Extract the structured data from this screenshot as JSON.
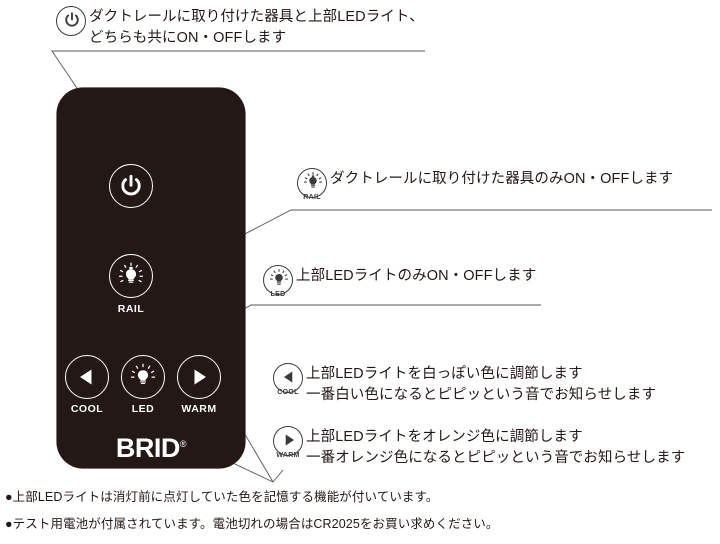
{
  "remote": {
    "brand": "BRID",
    "brand_mark": "®",
    "buttons": [
      {
        "id": "power",
        "icon": "power-icon",
        "label": ""
      },
      {
        "id": "rail",
        "icon": "bulb-rail-icon",
        "label": "RAIL"
      },
      {
        "id": "cool",
        "icon": "triangle-left-icon",
        "label": "COOL"
      },
      {
        "id": "led",
        "icon": "bulb-led-icon",
        "label": "LED"
      },
      {
        "id": "warm",
        "icon": "triangle-right-icon",
        "label": "WARM"
      }
    ]
  },
  "callouts": [
    {
      "id": "power",
      "icon": "power-icon",
      "sub": "",
      "text": "ダクトレールに取り付けた器具と上部LEDライト、\nどちらも共にON・OFFします"
    },
    {
      "id": "rail",
      "icon": "bulb-rail-icon",
      "sub": "RAIL",
      "text": "ダクトレールに取り付けた器具のみON・OFFします"
    },
    {
      "id": "led",
      "icon": "bulb-led-icon",
      "sub": "LED",
      "text": "上部LEDライトのみON・OFFします"
    },
    {
      "id": "cool",
      "icon": "triangle-left-icon",
      "sub": "COOL",
      "text": "上部LEDライトを白っぽい色に調節します\n一番白い色になるとピピッという音でお知らせします"
    },
    {
      "id": "warm",
      "icon": "triangle-right-icon",
      "sub": "WARM",
      "text": "上部LEDライトをオレンジ色に調節します\n一番オレンジ色になるとピピッという音でお知らせします"
    }
  ],
  "notes": [
    "●上部LEDライトは消灯前に点灯していた色を記憶する機能が付いています。",
    "●テスト用電池が付属されています。電池切れの場合はCR2025をお買い求めください。"
  ],
  "colors": {
    "body": "#231815",
    "line": "#5a5656",
    "text": "#231815",
    "button_stroke": "#ffffff",
    "background": "#ffffff"
  }
}
